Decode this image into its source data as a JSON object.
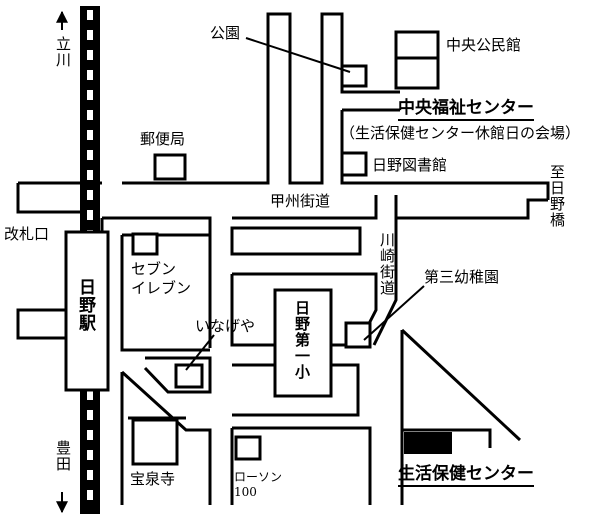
{
  "map": {
    "labels": {
      "tachikawa": "立川",
      "toyoda": "豊田",
      "kaisatsu": "改札口",
      "hino_station": "日野駅",
      "koshu_kaido": "甲州街道",
      "kawasaki_kaido": "川崎街道",
      "to_hinobashi": "至日野橋",
      "park": "公園",
      "central_community_hall": "中央公民館",
      "central_welfare_center": "中央福祉センター",
      "welfare_note": "（生活保健センター休館日の会場）",
      "hino_library": "日野図書館",
      "post_office": "郵便局",
      "seven_eleven": "セブン\nイレブン",
      "inageya": "いなげや",
      "hino_daiichi": "日野第一小",
      "daisan_kindergarten": "第三幼稚園",
      "hosenji": "宝泉寺",
      "lawson": "ローソン",
      "lawson_100": "100",
      "health_center": "生活保健センター"
    },
    "colors": {
      "ink": "#000000",
      "paper": "#ffffff"
    }
  }
}
